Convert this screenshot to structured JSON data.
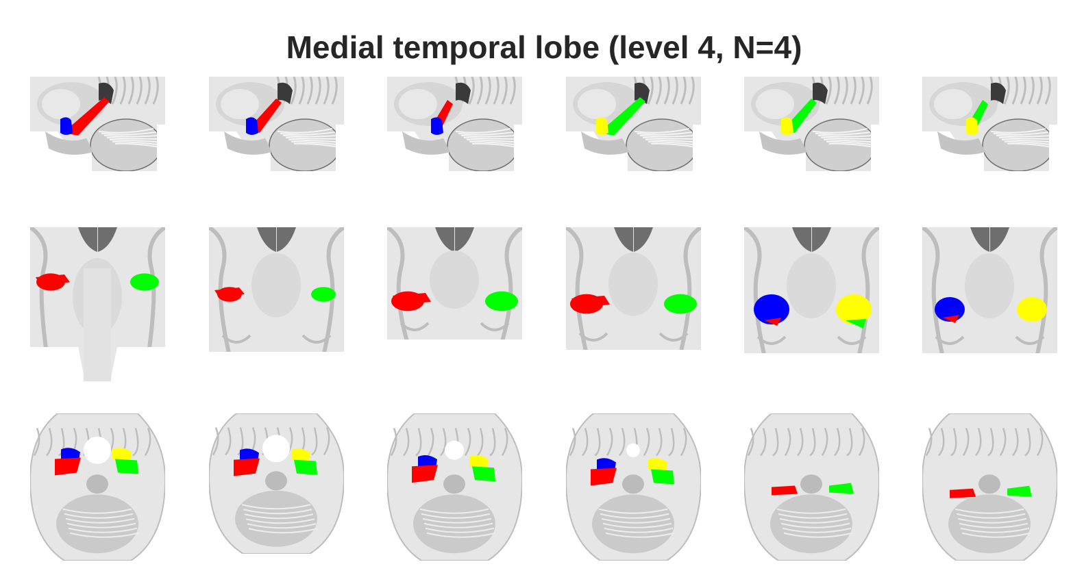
{
  "figure": {
    "title": "Medial temporal lobe (level 4, N=4)",
    "colors": {
      "red": "#ff0000",
      "blue": "#0000ff",
      "yellow": "#ffff00",
      "green": "#00ff00",
      "brain_light": "#e6e6e6",
      "brain_mid": "#bdbdbd",
      "brain_dark": "#6e6e6e",
      "ventricle": "#3a3a3a",
      "background": "#ffffff",
      "title_text": "#262626"
    },
    "rows": [
      {
        "view": "sagittal",
        "slices": [
          {
            "regions": [
              "red",
              "blue"
            ]
          },
          {
            "regions": [
              "red",
              "blue"
            ]
          },
          {
            "regions": [
              "red",
              "blue"
            ]
          },
          {
            "regions": [
              "yellow",
              "green"
            ]
          },
          {
            "regions": [
              "yellow",
              "green"
            ]
          },
          {
            "regions": [
              "yellow",
              "green"
            ]
          }
        ]
      },
      {
        "view": "coronal",
        "slices": [
          {
            "regions": [
              "red",
              "green"
            ]
          },
          {
            "regions": [
              "red",
              "green"
            ]
          },
          {
            "regions": [
              "red",
              "green"
            ]
          },
          {
            "regions": [
              "red",
              "green"
            ]
          },
          {
            "regions": [
              "blue",
              "red",
              "yellow",
              "green"
            ]
          },
          {
            "regions": [
              "blue",
              "red",
              "yellow"
            ]
          }
        ]
      },
      {
        "view": "axial",
        "slices": [
          {
            "regions": [
              "blue",
              "red",
              "yellow",
              "green"
            ]
          },
          {
            "regions": [
              "blue",
              "red",
              "yellow",
              "green"
            ]
          },
          {
            "regions": [
              "blue",
              "red",
              "yellow",
              "green"
            ]
          },
          {
            "regions": [
              "blue",
              "red",
              "yellow",
              "green"
            ]
          },
          {
            "regions": [
              "red",
              "green"
            ]
          },
          {
            "regions": [
              "red",
              "green"
            ]
          }
        ]
      }
    ]
  }
}
